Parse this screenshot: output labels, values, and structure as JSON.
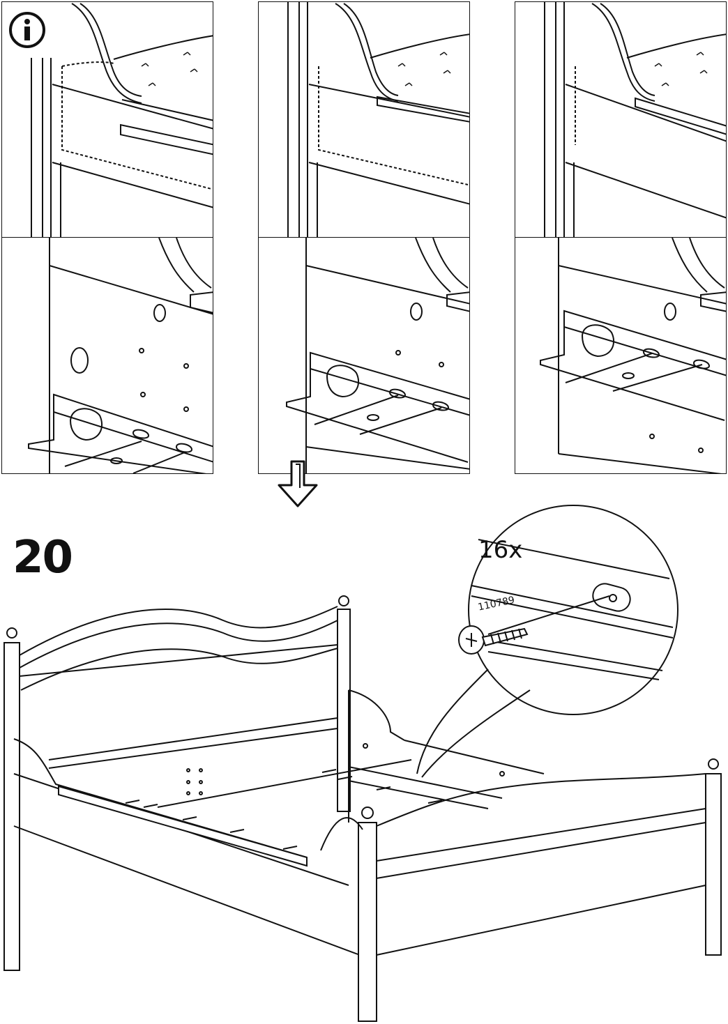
{
  "icons": {
    "info": "info-icon",
    "arrow": "down-arrow-icon",
    "screw": "screw-icon"
  },
  "step": {
    "number": "20"
  },
  "detail": {
    "quantity": "16x",
    "part_number": "110789"
  },
  "colors": {
    "line": "#111111",
    "background": "#ffffff"
  }
}
